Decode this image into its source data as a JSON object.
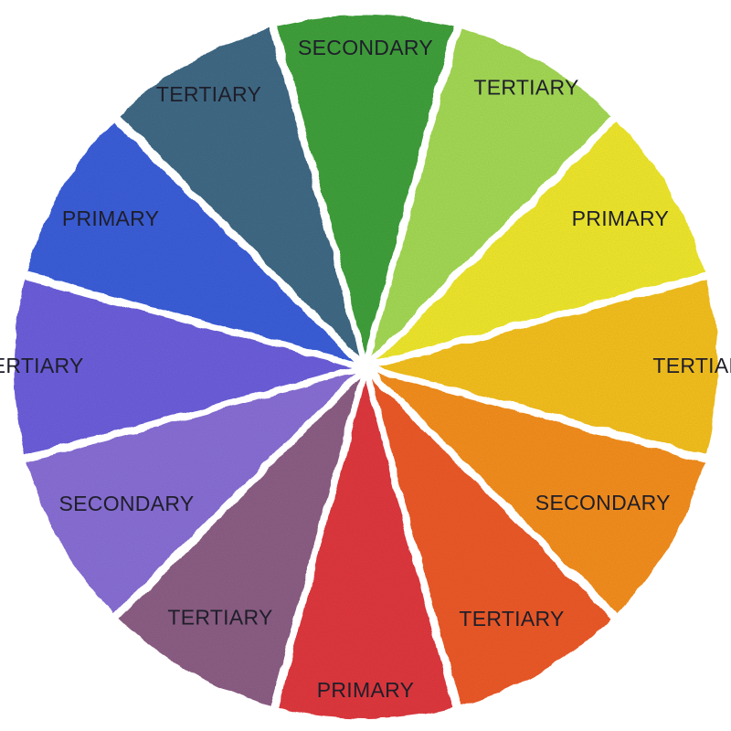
{
  "wheel": {
    "segments": [
      {
        "id": "green",
        "label": "SECONDARY",
        "color": "#3fa23b"
      },
      {
        "id": "yellow-green",
        "label": "TERTIARY",
        "color": "#a6dc55"
      },
      {
        "id": "yellow",
        "label": "PRIMARY",
        "color": "#f2ea2a"
      },
      {
        "id": "yellow-orange",
        "label": "TERTIARY",
        "color": "#f7c21e"
      },
      {
        "id": "orange",
        "label": "SECONDARY",
        "color": "#f7901c"
      },
      {
        "id": "red-orange",
        "label": "TERTIARY",
        "color": "#f05a25"
      },
      {
        "id": "red",
        "label": "PRIMARY",
        "color": "#e2383d"
      },
      {
        "id": "red-purple",
        "label": "TERTIARY",
        "color": "#8e5f86"
      },
      {
        "id": "purple",
        "label": "SECONDARY",
        "color": "#8a6fd8"
      },
      {
        "id": "blue-purple",
        "label": "TERTIARY",
        "color": "#6d5fde"
      },
      {
        "id": "blue",
        "label": "PRIMARY",
        "color": "#3b5fdc"
      },
      {
        "id": "blue-green",
        "label": "TERTIARY",
        "color": "#3f6a86"
      }
    ]
  }
}
